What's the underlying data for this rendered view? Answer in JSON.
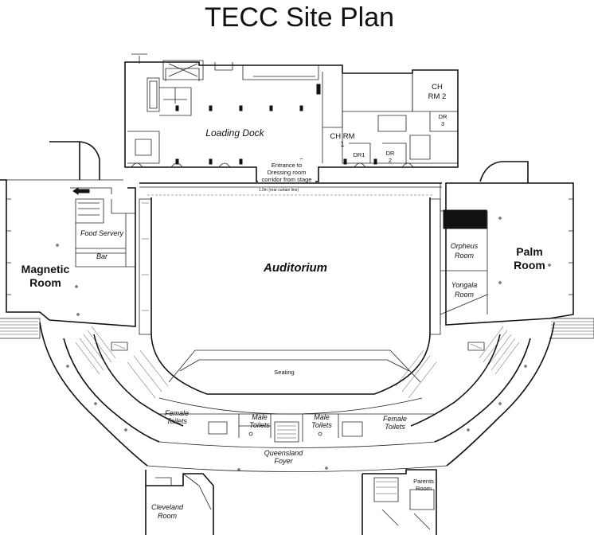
{
  "title": "TECC Site Plan",
  "rooms": {
    "magnetic": [
      "Magnetic",
      "Room"
    ],
    "palm": [
      "Palm",
      "Room"
    ],
    "auditorium": "Auditorium",
    "loading_dock": "Loading Dock",
    "ch_rm_2": [
      "CH",
      "RM 2"
    ],
    "ch_rm_1": [
      "CH RM",
      "1"
    ],
    "dr_3": [
      "DR",
      "3"
    ],
    "dr_1": "DR1",
    "dr_2": [
      "DR",
      "2"
    ],
    "entrance": [
      "Entrance to",
      "Dressing room",
      "corridor from stage"
    ],
    "curtain_note": "1.0m (rear curtain line)",
    "food_servery": "Food Servery",
    "bar": "Bar",
    "orpheus": [
      "Orpheus",
      "Room"
    ],
    "yongala": [
      "Yongala",
      "Room"
    ],
    "seating": "Seating",
    "female_toilets_left": [
      "Female",
      "Toilets"
    ],
    "male_toilets_left": [
      "Male",
      "Toilets"
    ],
    "male_toilets_right": [
      "Male",
      "Toilets"
    ],
    "female_toilets_right": [
      "Female",
      "Toilets"
    ],
    "foyer": [
      "Queensland",
      "Foyer"
    ],
    "cleveland": [
      "Cleveland",
      "Room"
    ],
    "parents": [
      "Parents",
      "Room"
    ]
  }
}
